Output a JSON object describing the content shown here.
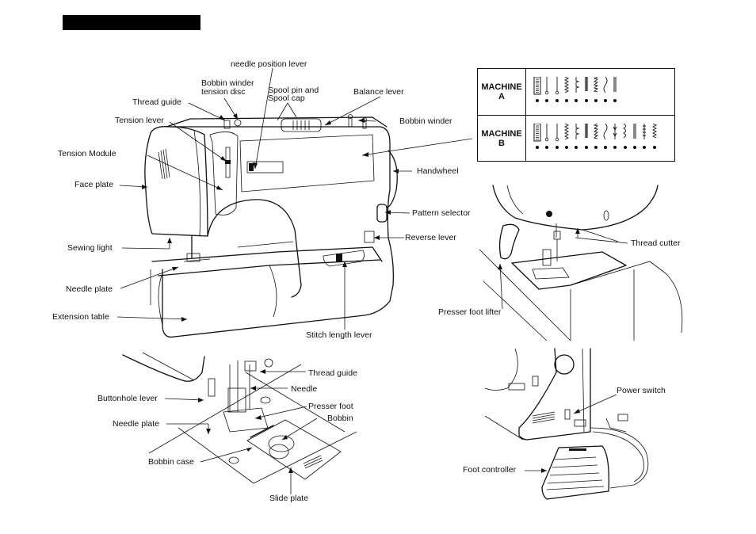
{
  "page": {
    "header_bar": "",
    "sections": {
      "main_view": {
        "labels": {
          "needle_position_lever": "needle position lever",
          "bobbin_winder_tension_disc_1": "Bobbin winder",
          "bobbin_winder_tension_disc_2": "tension disc",
          "spool_pin_1": "Spool pin and",
          "spool_pin_2": "Spool cap",
          "balance_lever": "Balance lever",
          "thread_guide": "Thread guide",
          "bobbin_winder": "Bobbin winder",
          "tension_lever": "Tension lever",
          "tension_module": "Tension Module",
          "handwheel": "Handwheel",
          "face_plate": "Face plate",
          "pattern_selector": "Pattern selector",
          "sewing_light": "Sewing light",
          "reverse_lever": "Reverse lever",
          "needle_plate": "Needle plate",
          "extension_table": "Extension table",
          "stitch_length_lever": "Stitch length lever"
        }
      },
      "stitch_table": {
        "rows": [
          {
            "name_line1": "MACHINE",
            "name_line2": "A",
            "stitch_count": 9,
            "stitches": [
              "buttonhole",
              "straight-left",
              "straight-center",
              "zigzag",
              "blind-hem",
              "multi-zigzag",
              "overlock",
              "scallop",
              "stretch-straight"
            ]
          },
          {
            "name_line1": "MACHINE",
            "name_line2": "B",
            "stitch_count": 13,
            "stitches": [
              "buttonhole",
              "straight-left",
              "straight-center",
              "zigzag",
              "blind-hem",
              "multi-zigzag",
              "overlock",
              "scallop",
              "arrow",
              "shell",
              "stretch-straight",
              "ric-rac",
              "feather"
            ]
          }
        ]
      },
      "closeup_presser": {
        "labels": {
          "thread_cutter": "Thread cutter",
          "presser_foot_lifter": "Presser foot lifter"
        }
      },
      "closeup_bobbin": {
        "labels": {
          "thread_guide": "Thread guide",
          "needle": "Needle",
          "buttonhole_lever": "Buttonhole lever",
          "presser_foot": "Presser foot",
          "needle_plate": "Needle plate",
          "bobbin": "Bobbin",
          "bobbin_case": "Bobbin case",
          "slide_plate": "Slide plate"
        }
      },
      "closeup_power": {
        "labels": {
          "power_switch": "Power switch",
          "foot_controller": "Foot controller"
        }
      }
    }
  }
}
